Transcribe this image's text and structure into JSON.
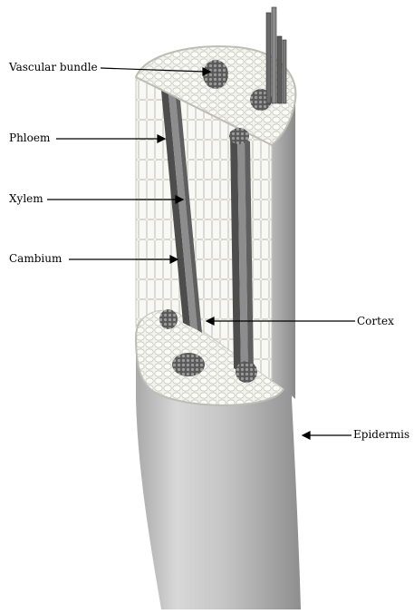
{
  "labels": {
    "vascular_bundle": "Vascular bundle",
    "phloem": "Phloem",
    "xylem": "Xylem",
    "cambium": "Cambium",
    "cortex": "Cortex",
    "epidermis": "Epidermis"
  },
  "colors": {
    "background": "#ffffff",
    "stem_outer": "#b9b9b9",
    "stem_highlight": "#e6e6e6",
    "cortex_cells": "#f4f4f0",
    "cell_outline": "#c8c8c0",
    "bundle": "#7a7a7a",
    "bundle_dark": "#4a4a4a",
    "arrow": "#000000"
  }
}
